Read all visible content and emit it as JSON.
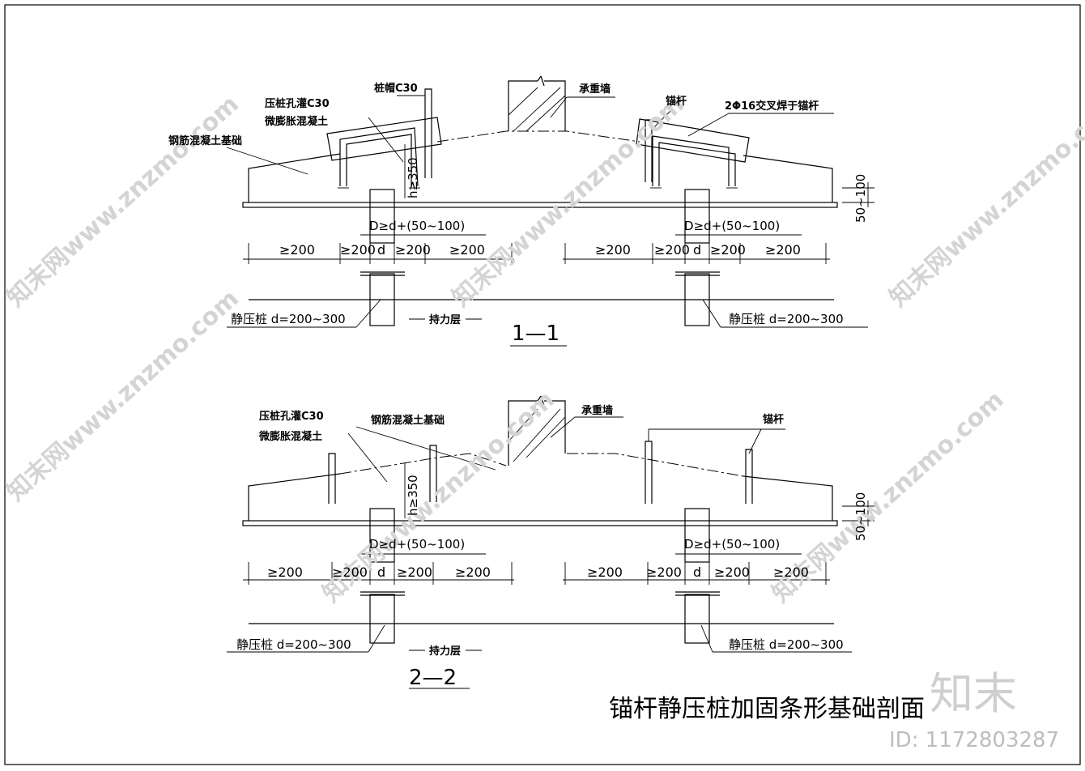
{
  "title": "锚杆静压桩加固条形基础剖面",
  "section1": {
    "label": "1—1",
    "pile_cap": "桩帽C30",
    "bearing_wall": "承重墙",
    "grout": "压桩孔灌C30",
    "micro": "微膨胀混凝土",
    "foundation": "钢筋混凝土基础",
    "anchor": "锚杆",
    "weld": "2Φ16交叉焊于锚杆",
    "h350": "h≥350",
    "range_50_100": "50~100",
    "dd": "D≥d+(50~100)",
    "dim_200": "≥200",
    "d": "d",
    "pile_left": "静压桩 d=200~300",
    "pile_right": "静压桩 d=200~300",
    "bearing_layer": "持力层"
  },
  "section2": {
    "label": "2—2",
    "bearing_wall": "承重墙",
    "grout": "压桩孔灌C30",
    "micro": "微膨胀混凝土",
    "foundation": "钢筋混凝土基础",
    "anchor": "锚杆",
    "h350": "h≥350",
    "range_50_100": "50~100",
    "dd": "D≥d+(50~100)",
    "dim_200": "≥200",
    "d": "d",
    "pile_left": "静压桩 d=200~300",
    "pile_right": "静压桩 d=200~300",
    "bearing_layer": "持力层"
  },
  "watermark": {
    "text": "知末网www.znzmo.com",
    "logo": "知末",
    "id": "ID: 1172803287"
  }
}
